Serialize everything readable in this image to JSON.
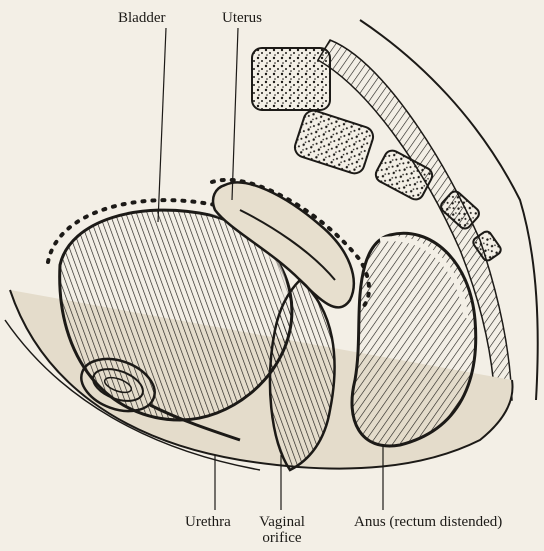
{
  "labels": {
    "bladder": "Bladder",
    "uterus": "Uterus",
    "urethra": "Urethra",
    "vaginal_line1": "Vaginal",
    "vaginal_line2": "orifice",
    "anus": "Anus (rectum distended)"
  },
  "colors": {
    "paper": "#f3efe6",
    "ink": "#1c1a17",
    "shade": "#d9d2c3"
  }
}
